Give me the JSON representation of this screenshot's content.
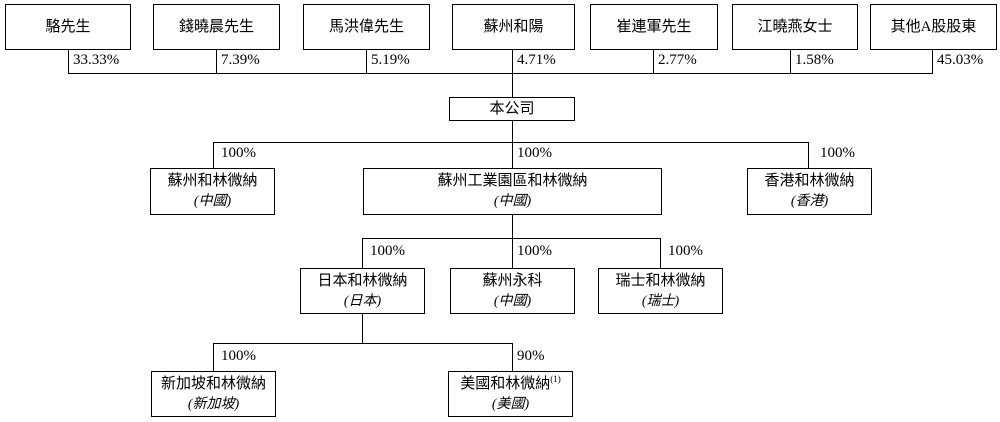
{
  "chart": {
    "title": "corporate-shareholding-structure",
    "company": {
      "name": "本公司"
    },
    "shareholders": [
      {
        "name": "駱先生",
        "pct": "33.33%"
      },
      {
        "name": "錢曉晨先生",
        "pct": "7.39%"
      },
      {
        "name": "馬洪偉先生",
        "pct": "5.19%"
      },
      {
        "name": "蘇州和陽",
        "pct": "4.71%"
      },
      {
        "name": "崔連軍先生",
        "pct": "2.77%"
      },
      {
        "name": "江曉燕女士",
        "pct": "1.58%"
      },
      {
        "name": "其他A股股東",
        "pct": "45.03%"
      }
    ],
    "level2": [
      {
        "name": "蘇州和林微納",
        "place": "(中國)",
        "pct": "100%"
      },
      {
        "name": "蘇州工業園區和林微納",
        "place": "(中國)",
        "pct": "100%"
      },
      {
        "name": "香港和林微納",
        "place": "(香港)",
        "pct": "100%"
      }
    ],
    "level3": [
      {
        "name": "日本和林微納",
        "place": "(日本)",
        "pct": "100%"
      },
      {
        "name": "蘇州永科",
        "place": "(中國)",
        "pct": "100%"
      },
      {
        "name": "瑞士和林微納",
        "place": "(瑞士)",
        "pct": "100%"
      }
    ],
    "level4": [
      {
        "name": "新加坡和林微納",
        "sup": "",
        "place": "(新加坡)",
        "pct": "100%"
      },
      {
        "name": "美國和林微納",
        "sup": "(1)",
        "place": "(美國)",
        "pct": "90%"
      }
    ],
    "line_color": "#000000",
    "background": "#ffffff"
  }
}
